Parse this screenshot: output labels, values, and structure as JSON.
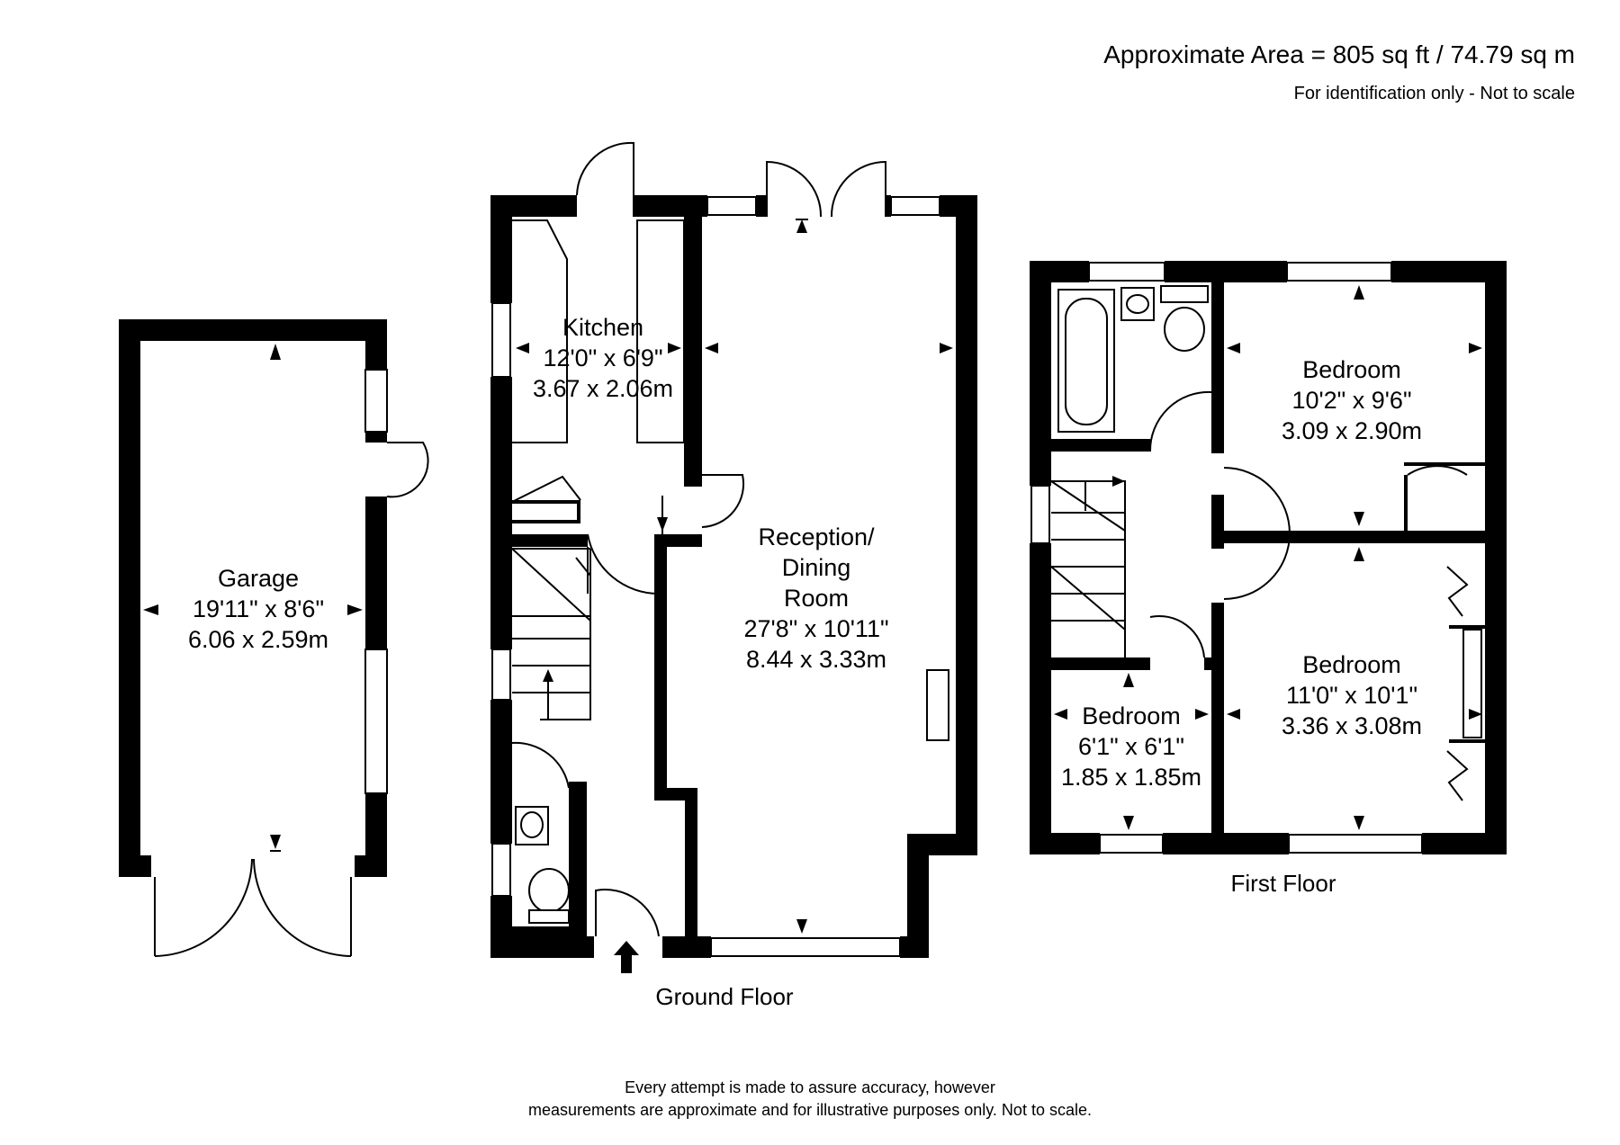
{
  "header": {
    "area": "Approximate Area = 805 sq ft / 74.79 sq m",
    "note": "For identification only - Not to scale"
  },
  "rooms": {
    "garage": {
      "name": "Garage",
      "imperial": "19'11\" x 8'6\"",
      "metric": "6.06 x 2.59m"
    },
    "kitchen": {
      "name": "Kitchen",
      "imperial": "12'0\" x 6'9\"",
      "metric": "3.67 x 2.06m"
    },
    "reception": {
      "name1": "Reception/",
      "name2": "Dining",
      "name3": "Room",
      "imperial": "27'8\" x 10'11\"",
      "metric": "8.44 x 3.33m"
    },
    "bedroom1": {
      "name": "Bedroom",
      "imperial": "10'2\" x 9'6\"",
      "metric": "3.09 x 2.90m"
    },
    "bedroom2": {
      "name": "Bedroom",
      "imperial": "11'0\" x 10'1\"",
      "metric": "3.36 x 3.08m"
    },
    "bedroom3": {
      "name": "Bedroom",
      "imperial": "6'1\" x 6'1\"",
      "metric": "1.85 x 1.85m"
    }
  },
  "floors": {
    "ground": "Ground Floor",
    "first": "First Floor"
  },
  "disclaimer": {
    "line1": "Every attempt is made to assure accuracy, however",
    "line2": "measurements are approximate and for illustrative purposes only. Not to scale."
  }
}
